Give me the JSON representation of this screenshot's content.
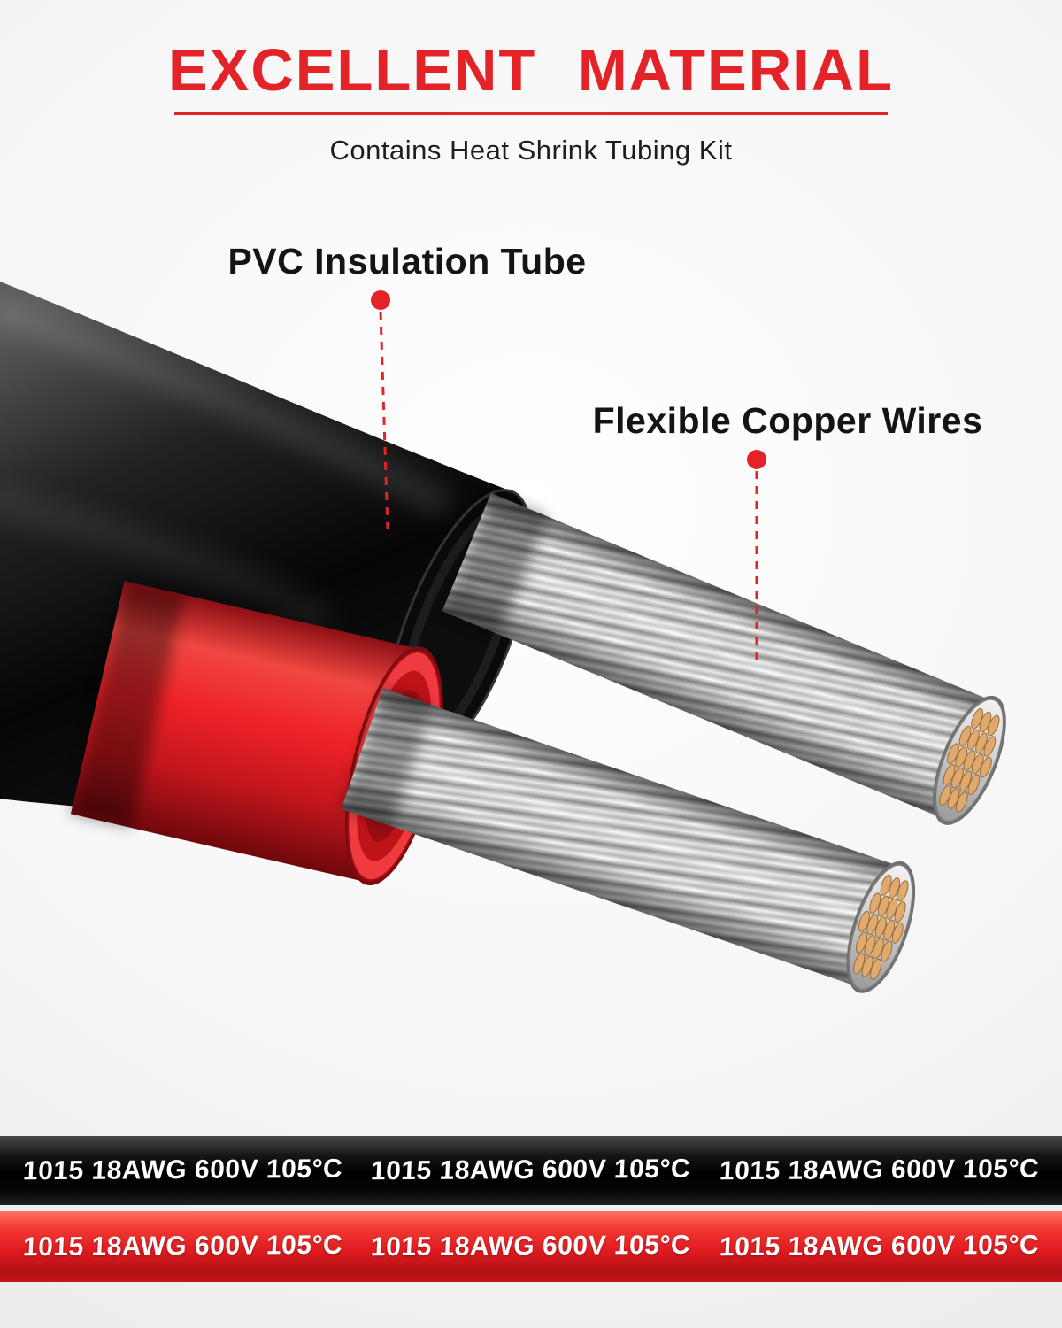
{
  "header": {
    "title": "EXCELLENT MATERIAL",
    "subtitle": "Contains Heat Shrink Tubing Kit"
  },
  "callouts": {
    "pvc_insulation": "PVC Insulation Tube",
    "copper_wires": "Flexible Copper Wires"
  },
  "cable_print": {
    "black_jacket": [
      "1015 18AWG 600V 105°C",
      "1015 18AWG 600V 105°C",
      "1015 18AWG 600V 105°C"
    ],
    "red_jacket": [
      "1015 18AWG 600V 105°C",
      "1015 18AWG 600V 105°C",
      "1015 18AWG 600V 105°C"
    ]
  },
  "colors": {
    "accent_red": "#e42328",
    "jacket_black": "#0c0c0c",
    "insulation_red": "#e8262c",
    "copper_strand": "#e0a96e",
    "strand_silver": "#c9c9c9"
  }
}
